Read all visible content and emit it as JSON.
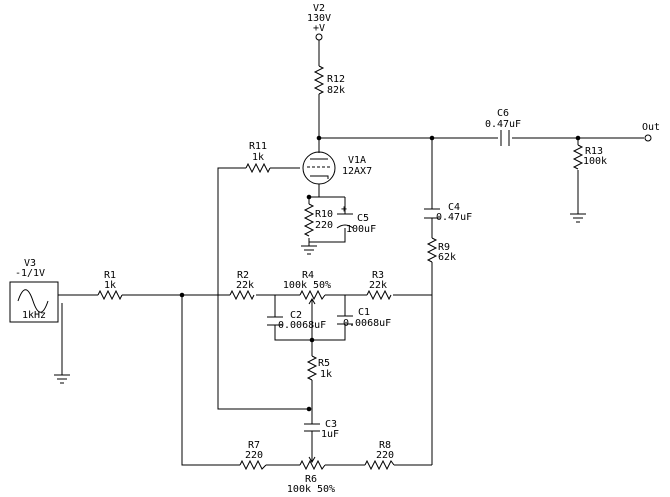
{
  "components": {
    "v2": {
      "ref": "V2",
      "value": "130V",
      "pin": "+V"
    },
    "v3": {
      "ref": "V3",
      "value": "-1/1V",
      "freq": "1kHz"
    },
    "v1a": {
      "ref": "V1A",
      "value": "12AX7"
    },
    "r1": {
      "ref": "R1",
      "value": "1k"
    },
    "r2": {
      "ref": "R2",
      "value": "22k"
    },
    "r3": {
      "ref": "R3",
      "value": "22k"
    },
    "r4": {
      "ref": "R4",
      "value": "100k 50%"
    },
    "r5": {
      "ref": "R5",
      "value": "1k"
    },
    "r6": {
      "ref": "R6",
      "value": "100k 50%"
    },
    "r7": {
      "ref": "R7",
      "value": "220"
    },
    "r8": {
      "ref": "R8",
      "value": "220"
    },
    "r9": {
      "ref": "R9",
      "value": "62k"
    },
    "r10": {
      "ref": "R10",
      "value": "220"
    },
    "r11": {
      "ref": "R11",
      "value": "1k"
    },
    "r12": {
      "ref": "R12",
      "value": "82k"
    },
    "r13": {
      "ref": "R13",
      "value": "100k"
    },
    "c1": {
      "ref": "C1",
      "value": "0.0068uF"
    },
    "c2": {
      "ref": "C2",
      "value": "0.0068uF"
    },
    "c3": {
      "ref": "C3",
      "value": "1uF"
    },
    "c4": {
      "ref": "C4",
      "value": "0.47uF"
    },
    "c5": {
      "ref": "C5",
      "value": "100uF"
    },
    "c6": {
      "ref": "C6",
      "value": "0.47uF"
    }
  },
  "labels": {
    "out": "Out",
    "plus": "+"
  }
}
